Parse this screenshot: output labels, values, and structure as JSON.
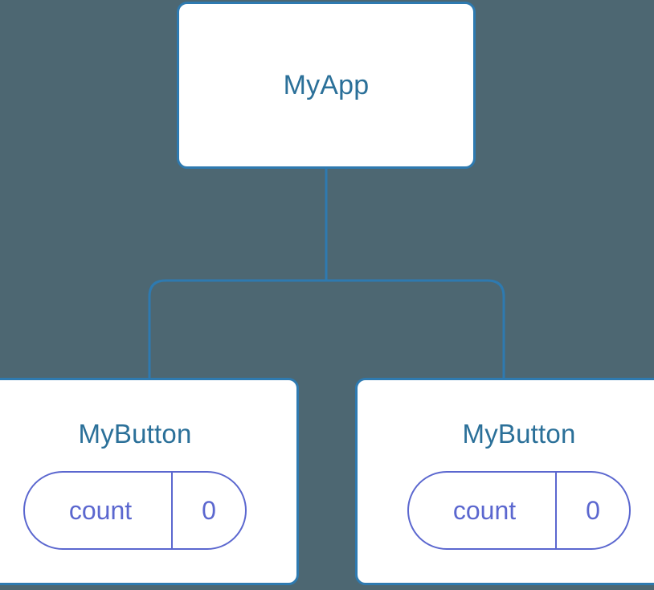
{
  "diagram": {
    "type": "component-tree",
    "background_color": "#4d6772",
    "node_border_color": "#2e7ab0",
    "node_fill_color": "#ffffff",
    "node_label_color": "#2b7099",
    "state_accent_color": "#5b67cf",
    "connector_color": "#2e7ab0"
  },
  "root": {
    "label": "MyApp"
  },
  "children": [
    {
      "label": "MyButton",
      "state": {
        "key": "count",
        "value": "0"
      }
    },
    {
      "label": "MyButton",
      "state": {
        "key": "count",
        "value": "0"
      }
    }
  ]
}
